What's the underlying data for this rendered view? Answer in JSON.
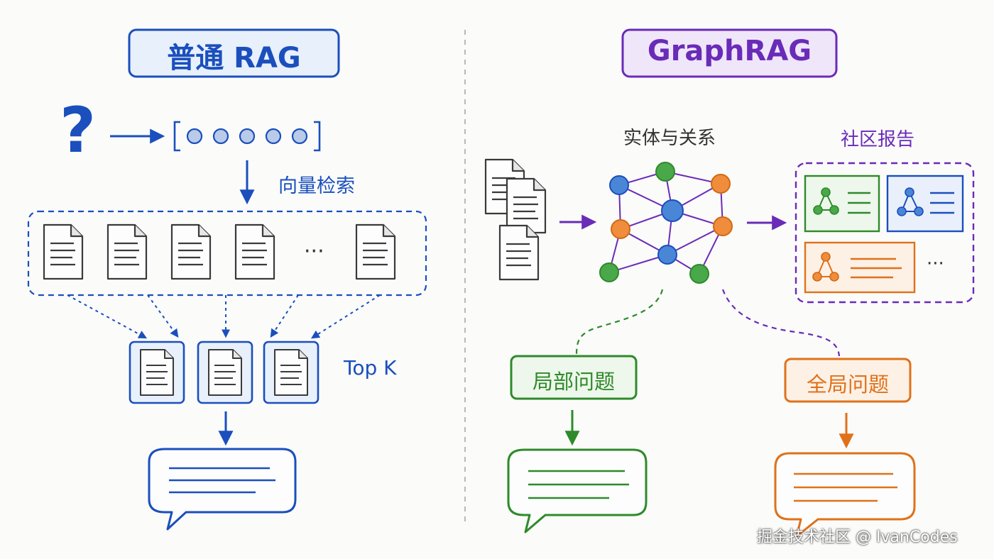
{
  "left": {
    "title": "普通 RAG",
    "query_symbol": "?",
    "retrieval_label": "向量检索",
    "ellipsis": "···",
    "topk_label": "Top K"
  },
  "right": {
    "title": "GraphRAG",
    "entities_label": "实体与关系",
    "reports_label": "社区报告",
    "reports_ellipsis": "···",
    "local_question": "局部问题",
    "global_question": "全局问题"
  },
  "watermark": "掘金技术社区 @ IvanCodes",
  "colors": {
    "blue": "#1a4fbd",
    "purple": "#6a2bb8",
    "green": "#2e8a2a",
    "orange": "#e0711a",
    "gray": "#444444"
  }
}
